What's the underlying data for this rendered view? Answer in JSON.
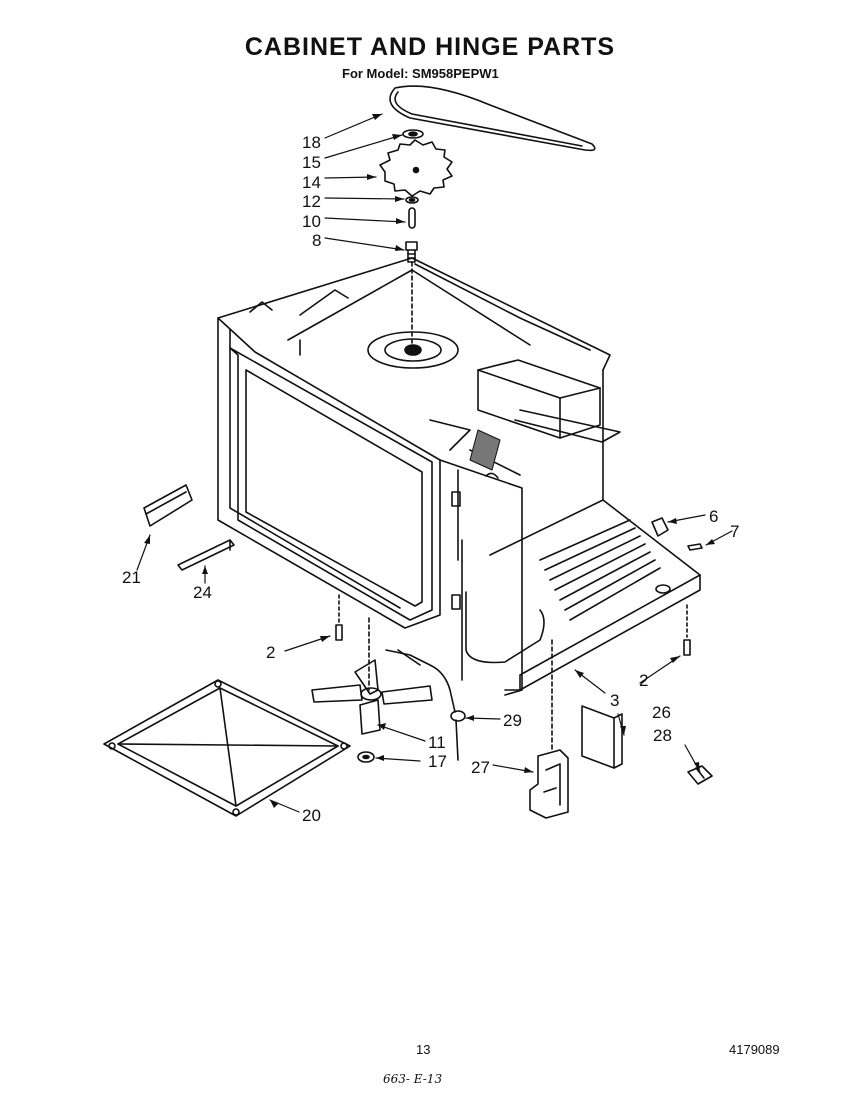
{
  "title": "CABINET AND HINGE PARTS",
  "subtitle": "For Model: SM958PEPW1",
  "parts": [
    "18",
    "15",
    "14",
    "12",
    "10",
    "8",
    "6",
    "7",
    "21",
    "24",
    "2",
    "2",
    "3",
    "29",
    "26",
    "28",
    "11",
    "17",
    "27",
    "20"
  ],
  "page_number": "13",
  "document_number": "4179089",
  "handwritten_note": "663- E-13"
}
